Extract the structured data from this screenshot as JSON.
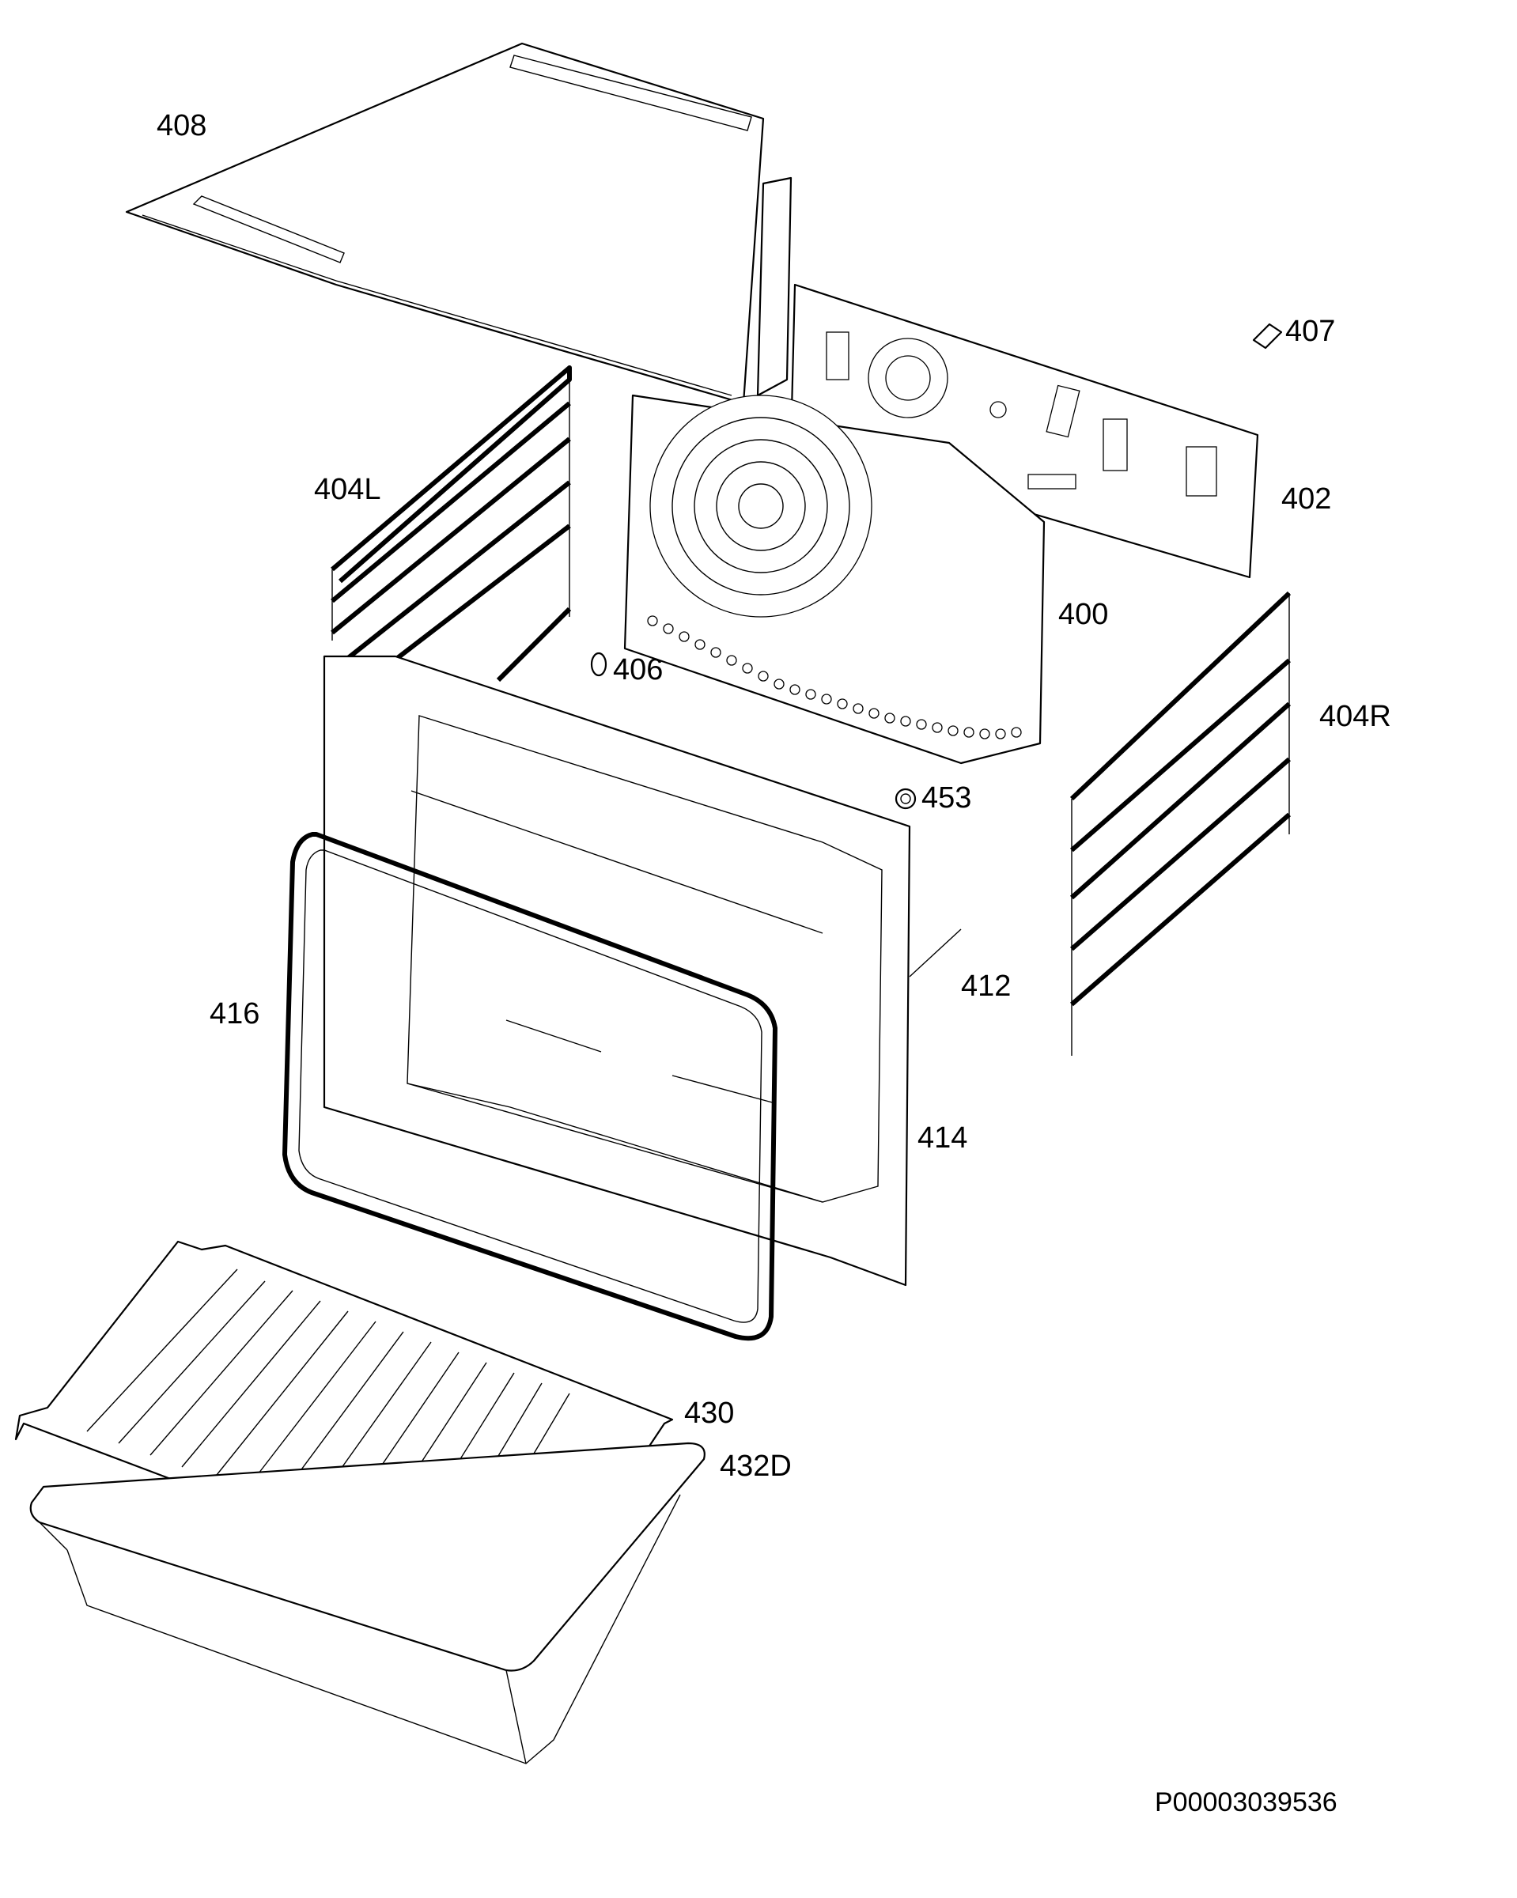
{
  "diagram": {
    "labels": [
      {
        "id": "408",
        "text": "408"
      },
      {
        "id": "407",
        "text": "407"
      },
      {
        "id": "404L",
        "text": "404L"
      },
      {
        "id": "402",
        "text": "402"
      },
      {
        "id": "400",
        "text": "400"
      },
      {
        "id": "406",
        "text": "406"
      },
      {
        "id": "404R",
        "text": "404R"
      },
      {
        "id": "453",
        "text": "453"
      },
      {
        "id": "412",
        "text": "412"
      },
      {
        "id": "416",
        "text": "416"
      },
      {
        "id": "414",
        "text": "414"
      },
      {
        "id": "430",
        "text": "430"
      },
      {
        "id": "432D",
        "text": "432D"
      }
    ],
    "document_id": "P00003039536"
  }
}
